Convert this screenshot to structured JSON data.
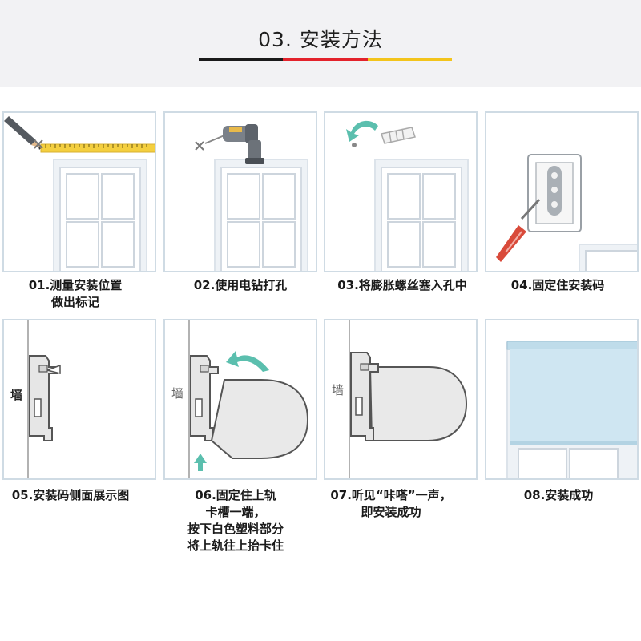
{
  "header": {
    "title": "03. 安装方法",
    "bar_colors": [
      "#1a1a1a",
      "#e3222b",
      "#f3c41b"
    ]
  },
  "steps": [
    {
      "label_lines": [
        "01.测量安装位置",
        "做出标记"
      ]
    },
    {
      "label_lines": [
        "02.使用电钻打孔"
      ]
    },
    {
      "label_lines": [
        "03.将膨胀螺丝塞入孔中"
      ]
    },
    {
      "label_lines": [
        "04.固定住安装码"
      ]
    },
    {
      "label_lines": [
        "05.安装码侧面展示图"
      ],
      "wall_label": "墙"
    },
    {
      "label_lines": [
        "06.固定住上轨",
        "卡槽一端，",
        "按下白色塑料部分",
        "将上轨往上抬卡住"
      ],
      "wall_label": "墙"
    },
    {
      "label_lines": [
        "07.听见“咔嗒”一声，",
        "即安装成功"
      ],
      "wall_label": "墙"
    },
    {
      "label_lines": [
        "08.安装成功"
      ]
    }
  ],
  "colors": {
    "panel_border": "#cfdbe4",
    "arrow_teal": "#5bbfae",
    "blind_blue": "#cfe6f2",
    "window_frame": "#e9eef3"
  }
}
